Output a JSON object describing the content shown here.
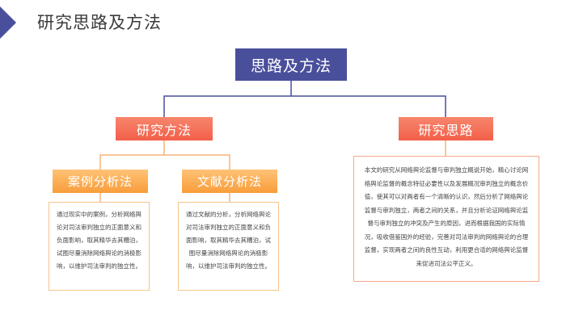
{
  "header": {
    "title": "研究思路及方法"
  },
  "diagram": {
    "root": {
      "label": "思路及方法"
    },
    "research_method": {
      "label": "研究方法"
    },
    "research_idea": {
      "label": "研究思路",
      "description": "本文的研究从网络舆论监督与审判独立概说开始，精心讨论网络舆论监督的概念特征必要性以及发展概况审判独立的概念价值，使其可以对两者有一个清晰的认识，然后分析了网络舆论监督与审判独立，两者之间的关系，并且分析论证网络舆论监督与审判独立的冲突及产生的原因，进而根据我国的实际情况，吸收借鉴国外的经验，完善对司法审判的网络舆论的合理监督，实现两者之间的良性互动，利用更合适的网络舆论监督来促进司法公平正义。"
    },
    "case_analysis": {
      "label": "案例分析法",
      "description": "通过现实中的案例，分析网络舆论对司法审判独立的正面意义和负面影响，取其精华去其糟泊，试图尽量消除网络舆论的消极影响，以维护司法审判的独立性。"
    },
    "literature_analysis": {
      "label": "文献分析法",
      "description": "通过文献的分析，分析网络舆论对司法审判独立的正面意义和负面影响，取其精华去其糟泊，试图尽量消除网络舆论的消极影响，以维护司法审判的独立性。"
    },
    "colors": {
      "primary": "#4a4f9c",
      "level2": "#f46a52",
      "level3": "#f9a545",
      "connector_top": "#4a4f9c",
      "connector_bottom": "#f6b47a"
    }
  }
}
